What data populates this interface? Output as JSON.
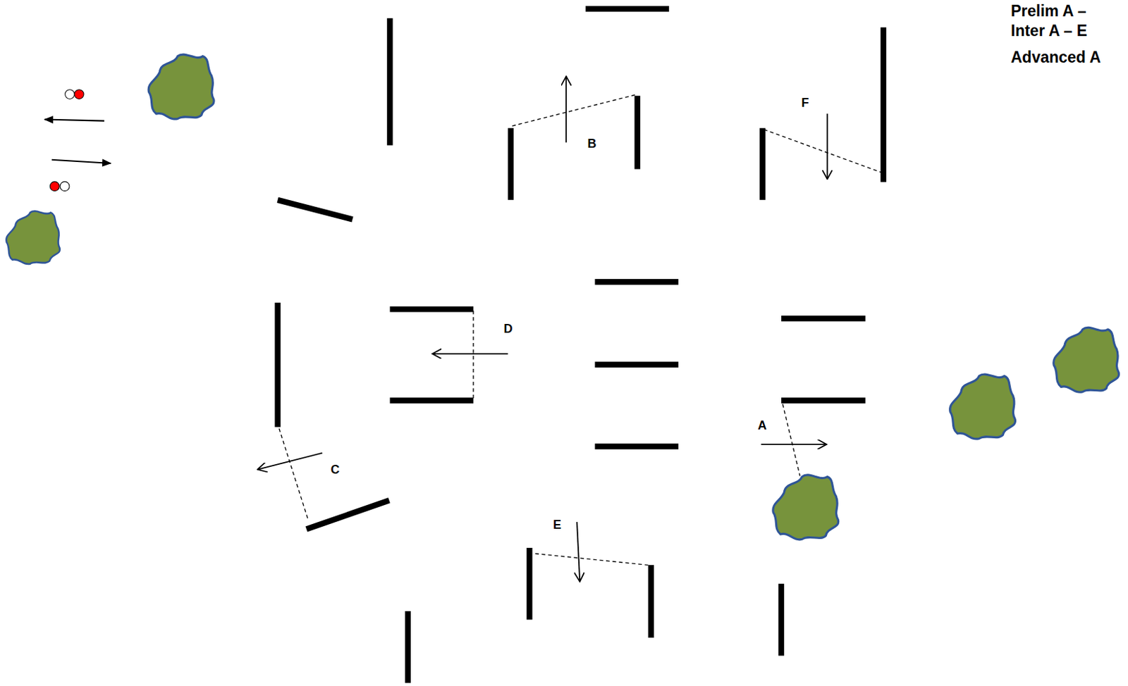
{
  "diagram": {
    "labels": [
      "Prelim A –",
      "Inter A – E",
      "Advanced A",
      "B",
      "F",
      "D",
      "C",
      "A",
      "E"
    ]
  }
}
